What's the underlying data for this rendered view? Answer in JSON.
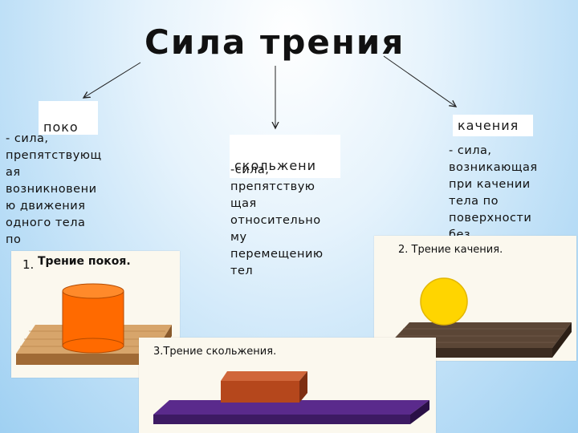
{
  "title": "Сила трения",
  "types": {
    "static": {
      "label": "поко\nя",
      "description": "- сила,\nпрепятствующ\nая\nвозникновени\nю движения\nодного тела\nпо"
    },
    "sliding": {
      "label": "скольжени\nя",
      "description": "-сила,\nпрепятствую\nщая\nотносительно\nму\nперемещению\nтел"
    },
    "rolling": {
      "label": "качения",
      "description": "- сила,\nвозникающая\nпри качении\nтела по\nповерхности\nбез"
    }
  },
  "figures": {
    "static": {
      "number": "1.",
      "caption": "Трение покоя."
    },
    "rolling": {
      "caption": "2. Трение качения."
    },
    "sliding": {
      "caption": "3.Трение скольжения."
    }
  },
  "colors": {
    "cylinder": "#ff6a00",
    "ball": "#ffd500",
    "brick": "#b5471c",
    "wood_light": "#d7a56b",
    "wood_dark": "#5b4636",
    "plate": "#5a2a8c"
  }
}
